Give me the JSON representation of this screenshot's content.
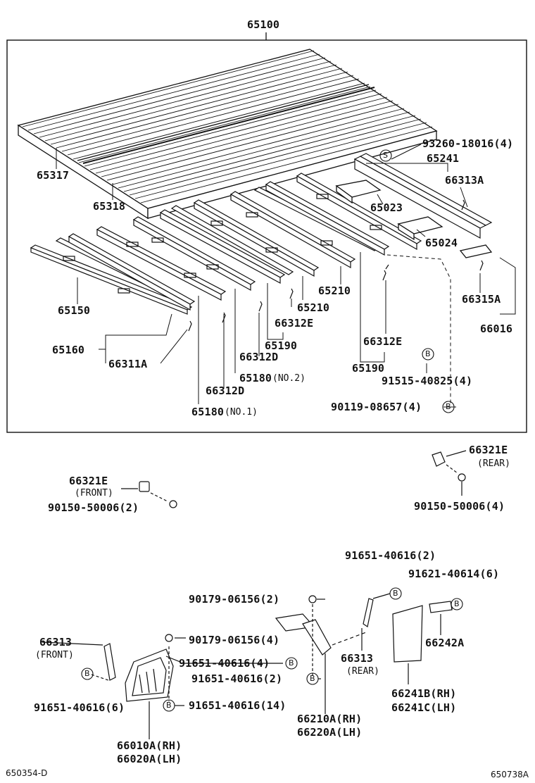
{
  "labels": {
    "l65100": "65100",
    "l93260": "93260-18016(4)",
    "l65241": "65241",
    "l66313A": "66313A",
    "l65317": "65317",
    "l65318": "65318",
    "l65023": "65023",
    "l65024": "65024",
    "l65150": "65150",
    "l65210a": "65210",
    "l65210b": "65210",
    "l66315A": "66315A",
    "l66312Ea": "66312E",
    "l66016": "66016",
    "l65160": "65160",
    "l65190a": "65190",
    "l66312Eb": "66312E",
    "l66311A": "66311A",
    "l66312Da": "66312D",
    "l65180no2": "65180",
    "no2": "(NO.2)",
    "l65190b": "65190",
    "l91515": "91515-40825(4)",
    "l66312Db": "66312D",
    "l90119": "90119-08657(4)",
    "l65180no1": "65180",
    "no1": "(NO.1)",
    "l66321Er": "66321E",
    "rear1": "(REAR)",
    "l66321Ef": "66321E",
    "front1": "(FRONT)",
    "l90150a": "90150-50006(2)",
    "l90150b": "90150-50006(4)",
    "l91651a": "91651-40616(2)",
    "l91621": "91621-40614(6)",
    "l90179a": "90179-06156(2)",
    "l90179b": "90179-06156(4)",
    "l66313f": "66313",
    "front2": "(FRONT)",
    "l91651b": "91651-40616(4)",
    "l66242A": "66242A",
    "l91651c": "91651-40616(2)",
    "l66313r": "66313",
    "rear2": "(REAR)",
    "l91651d": "91651-40616(6)",
    "l91651e": "91651-40616(14)",
    "l66210A": "66210A(RH)",
    "l66220A": "66220A(LH)",
    "l66241B": "66241B(RH)",
    "l66241C": "66241C(LH)",
    "l66010A": "66010A(RH)",
    "l66020A": "66020A(LH)",
    "code_left": "650354-D",
    "code_right": "650738A"
  },
  "callouts": {
    "s": "S",
    "b": "B"
  }
}
